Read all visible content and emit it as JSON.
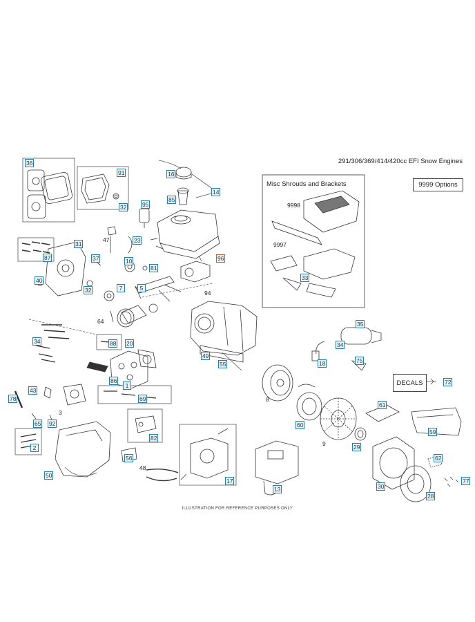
{
  "header": {
    "title": "291/306/369/414/420cc EFI Snow Engines"
  },
  "panels": {
    "misc": "Misc Shrouds and Brackets",
    "options": "9999  Options",
    "decals": "DECALS"
  },
  "footer": "ILLUSTRATION FOR REFERENCE PURPOSES ONLY",
  "callouts": {
    "c36": "36",
    "c91": "91",
    "c32a": "32",
    "c16": "16",
    "c14": "14",
    "c85": "85",
    "c95": "95",
    "c31": "31",
    "c23": "23",
    "c87": "87",
    "c37": "37",
    "c10": "10",
    "c81": "81",
    "c96": "96",
    "c40": "40",
    "c32b": "32",
    "c7": "7",
    "c5": "5",
    "c34": "34",
    "c88": "88",
    "c20": "20",
    "c49": "49",
    "c55": "55",
    "c86": "86",
    "c1": "1",
    "c43": "43",
    "c78": "78",
    "c69": "69",
    "c92": "92",
    "c65": "65",
    "c2": "2",
    "c82": "82",
    "c56": "56",
    "c50": "50",
    "c17": "17",
    "c13": "13",
    "c33": "33",
    "c35": "35",
    "c34b": "34",
    "c18": "18",
    "c75": "75",
    "c72": "72",
    "c60": "60",
    "c61": "61",
    "c59": "59",
    "c29": "29",
    "c62": "62",
    "c30": "30",
    "c28": "28",
    "c77": "77"
  },
  "plain_labels": {
    "p47": "47",
    "p94": "94",
    "p64": "64",
    "p8": "8",
    "p9": "9",
    "p3": "3",
    "p48": "48",
    "p9998": "9998",
    "p9997": "9997"
  }
}
